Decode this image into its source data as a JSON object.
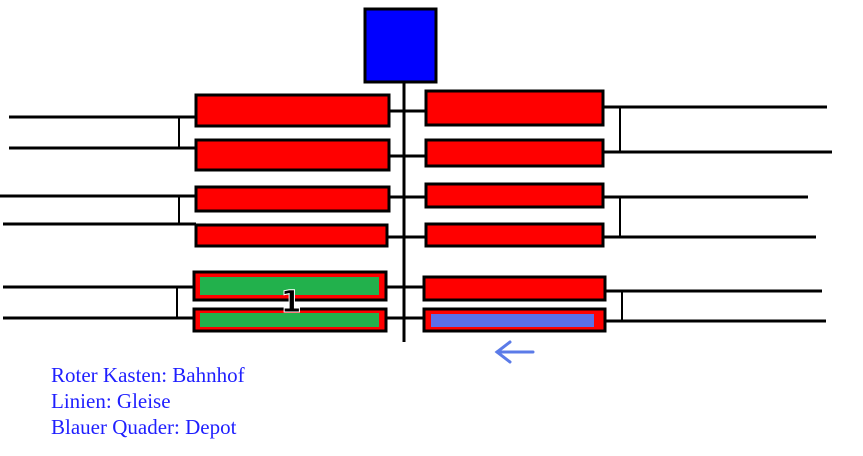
{
  "colors": {
    "station": "#ff0000",
    "depot": "#0000ff",
    "track": "#000000",
    "occupied_green": "#22b14c",
    "occupied_blue": "#5b6fe8",
    "arrow": "#5b7be8",
    "legend_text": "#1f1fff"
  },
  "diagram": {
    "platform_number": "1",
    "arrow_direction": "left",
    "depot_icon": "blue-square-icon",
    "arrow_icon": "left-arrow-icon"
  },
  "legend": {
    "items": [
      "Roter Kasten: Bahnhof",
      "Linien: Gleise",
      "Blauer Quader: Depot"
    ]
  }
}
